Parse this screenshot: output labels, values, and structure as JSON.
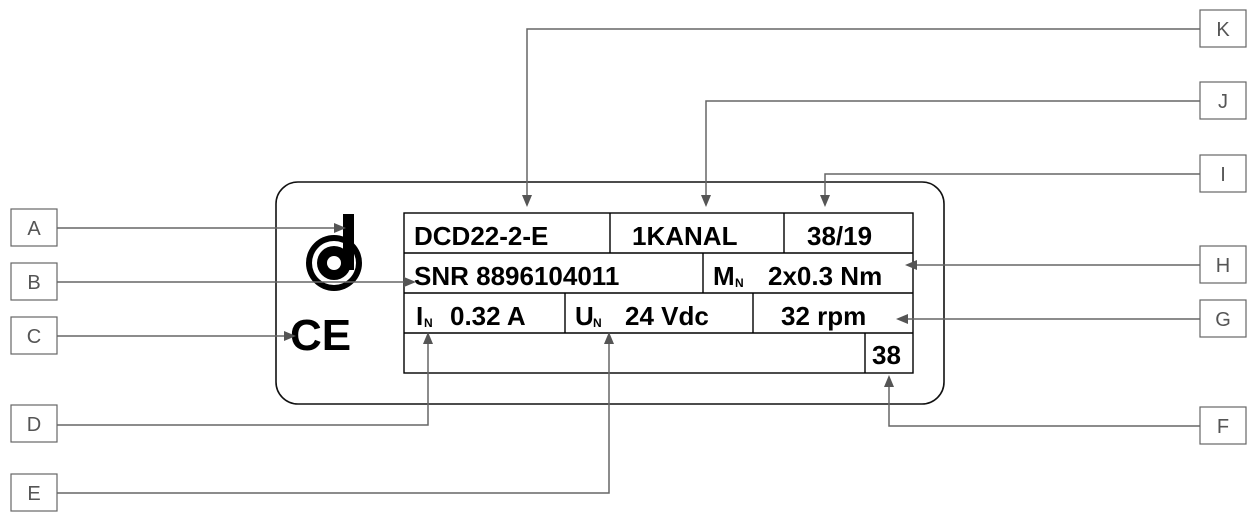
{
  "callouts": [
    "A",
    "B",
    "C",
    "D",
    "E",
    "F",
    "G",
    "H",
    "I",
    "J",
    "K"
  ],
  "plate": {
    "model": "DCD22-2-E",
    "channel": "1KANAL",
    "ratio": "38/19",
    "serial": "SNR 8896104011",
    "torque_symbol": "M",
    "torque_subscript": "N",
    "torque_value": "2x0.3 Nm",
    "current_symbol": "I",
    "current_subscript": "N",
    "current_value": "0.32 A",
    "voltage_symbol": "U",
    "voltage_subscript": "N",
    "voltage_value": "24 Vdc",
    "speed": "32 rpm",
    "code": "38"
  },
  "ce_mark": "CE",
  "icons": [
    "dunker-logo-icon",
    "ce-mark-icon"
  ]
}
